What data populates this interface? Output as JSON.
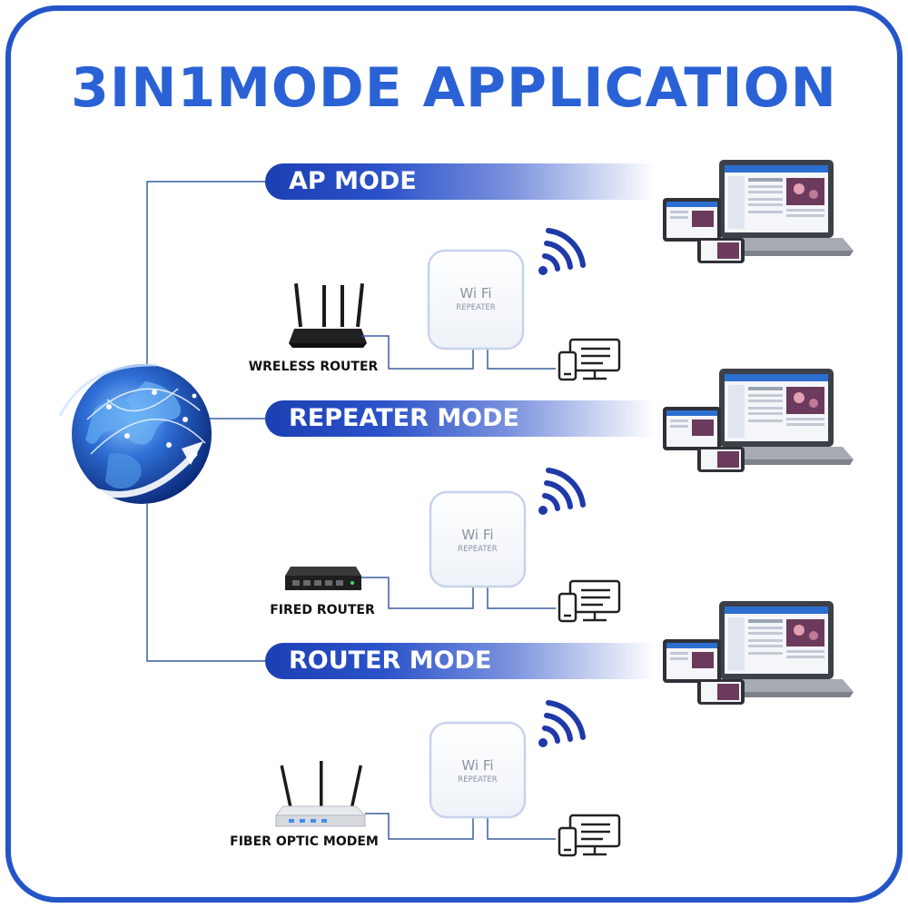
{
  "title": "3IN1MODE APPLICATION",
  "modes": [
    {
      "label": "AP MODE"
    },
    {
      "label": "REPEATER MODE"
    },
    {
      "label": "ROUTER MODE"
    }
  ],
  "devices": [
    {
      "label": "WRELESS ROUTER"
    },
    {
      "label": "FIRED ROUTER"
    },
    {
      "label": "FIBER OPTIC MODEM"
    }
  ],
  "repeater": {
    "line1": "Wi Fi",
    "line2": "REPEATER"
  },
  "colors": {
    "accent": "#2455c8",
    "title": "#2a62d6",
    "band": "#1c3fb3",
    "line": "#3a5f9e",
    "wifi": "#1f3aa8"
  },
  "icons": [
    "globe-icon",
    "wifi-signal-icon",
    "monitor-phone-icon",
    "laptop-icon",
    "tablet-icon",
    "smartphone-icon"
  ]
}
